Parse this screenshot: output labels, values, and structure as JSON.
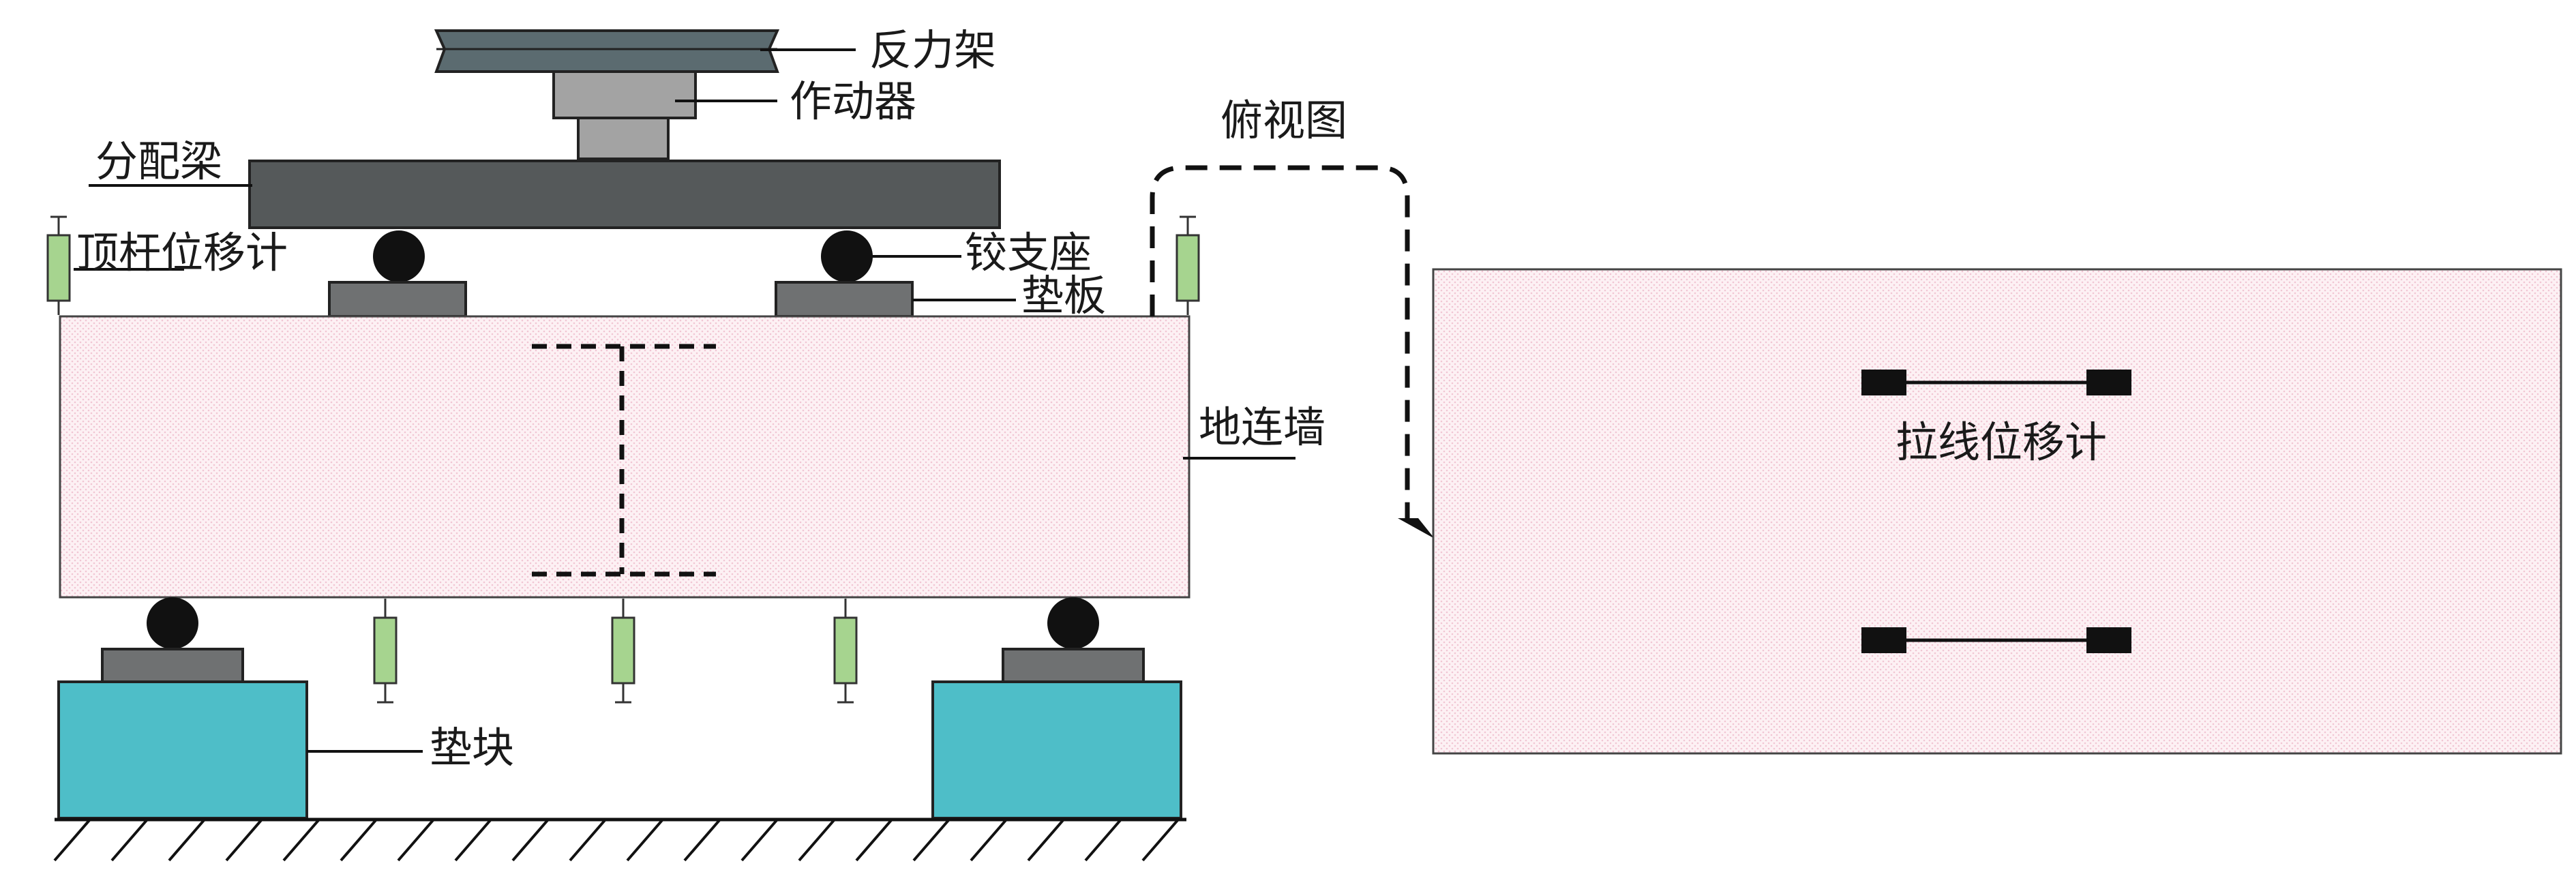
{
  "labels": {
    "reaction_frame": "反力架",
    "actuator": "作动器",
    "distribution_beam": "分配梁",
    "hinge_support": "铰支座",
    "top_rod_lvdt": "顶杆位移计",
    "pad_plate": "垫板",
    "diaphragm_wall": "地连墙",
    "cushion_block": "垫块",
    "top_view": "俯视图",
    "string_pot": "拉线位移计"
  },
  "colors": {
    "frame": "#5b6b70",
    "actuator": "#a3a3a3",
    "beam": "#55595a",
    "plate": "#6f7172",
    "roller": "#111111",
    "wall_fill": "#fbe6ec",
    "block": "#4ebec8",
    "lvdt": "#a6d48f",
    "line": "#111111"
  }
}
